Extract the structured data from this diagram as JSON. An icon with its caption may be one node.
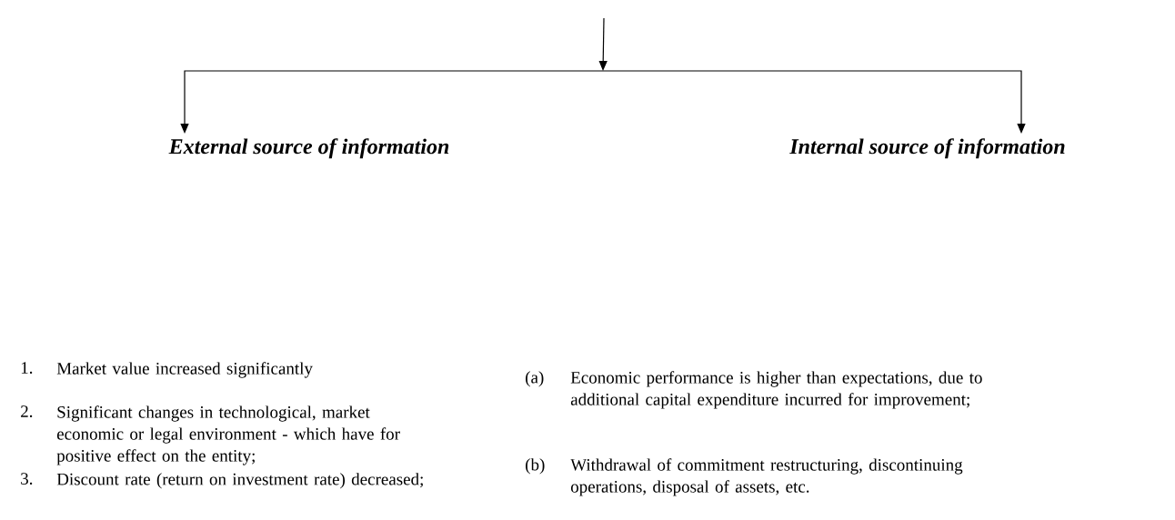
{
  "diagram": {
    "nodes": [
      {
        "text": [
          "External source of information"
        ]
      },
      {
        "text": [
          "Internal source of information"
        ]
      }
    ],
    "edges": [
      {
        "from": null,
        "to": 0,
        "arrow": "to"
      },
      {
        "from": null,
        "to": 1,
        "arrow": "to"
      }
    ],
    "labels": [
      "1.",
      "Market value increased significantly",
      "(a)",
      "Economic performance is higher than expectations, due to additional capital expenditure incurred for improvement;",
      "2.",
      "Significant changes in technological, market economic or legal environment - which have for positive effect on the entity;",
      "(b)",
      "Withdrawal of commitment restructuring, discontinuing operations, disposal of assets, etc.",
      "3.",
      "Discount rate (return on investment rate) decreased;"
    ]
  }
}
